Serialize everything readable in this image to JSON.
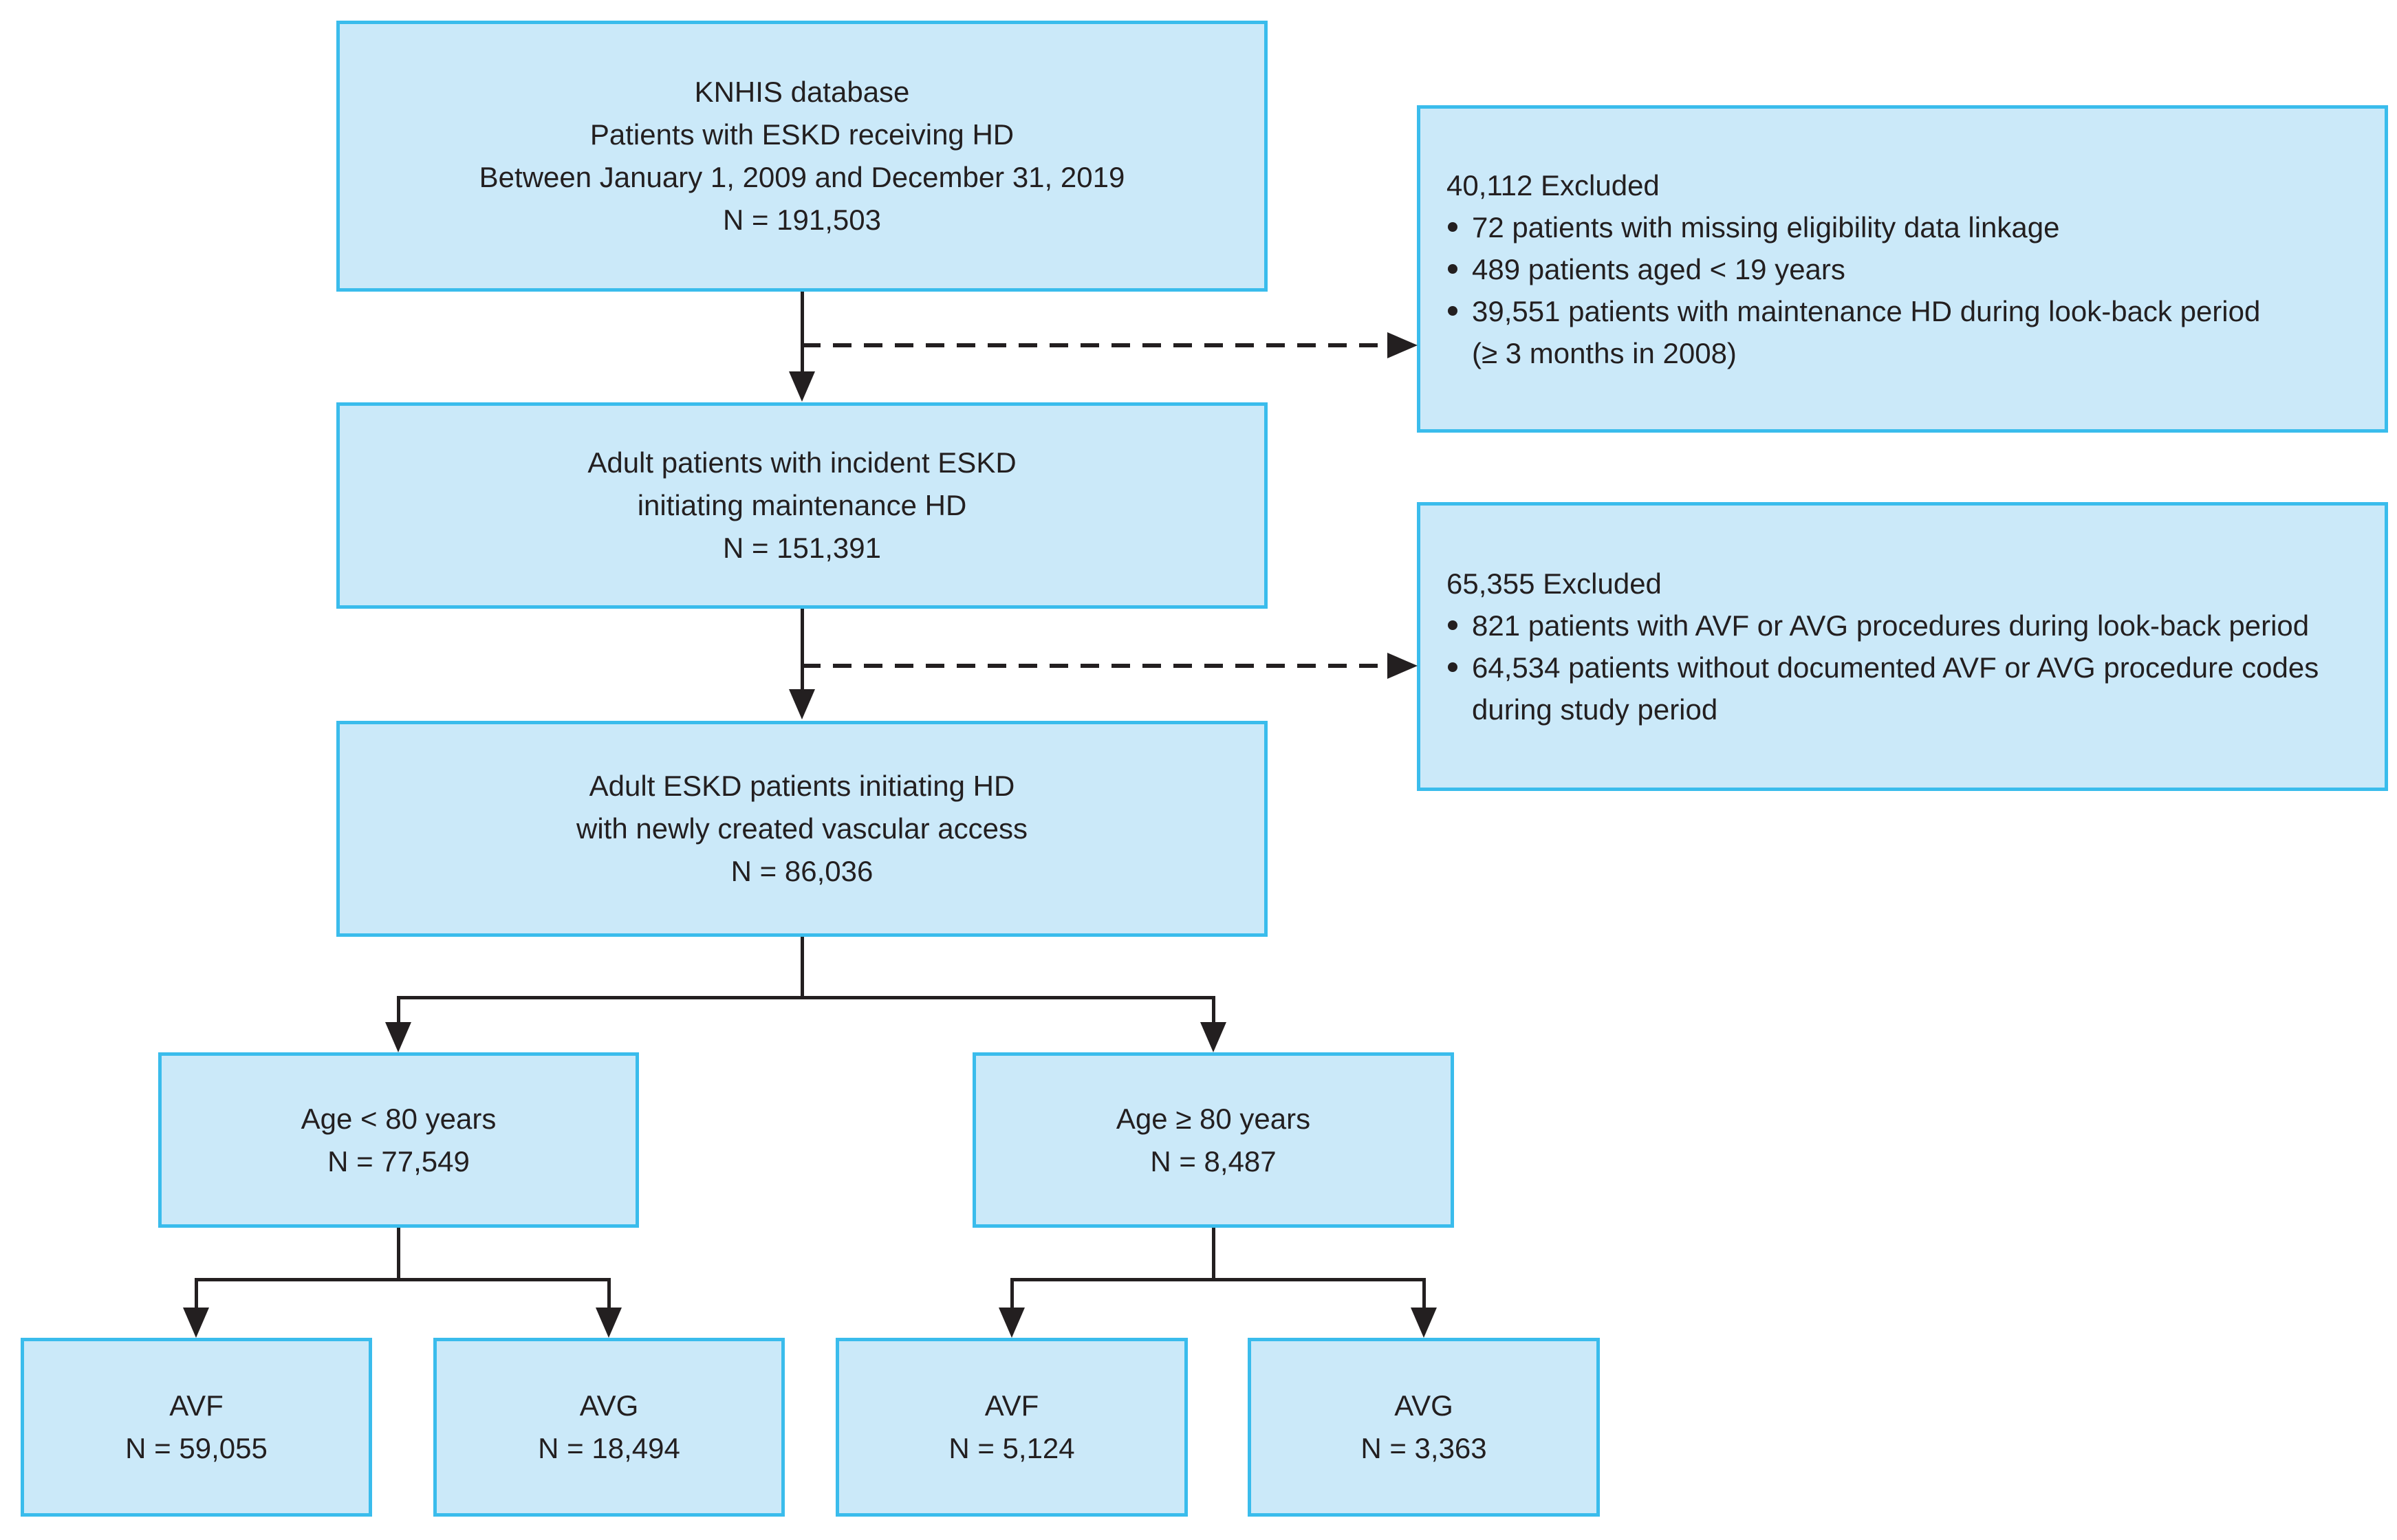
{
  "figure_type": "patient-flow-diagram",
  "colors": {
    "box_fill": "#CBE9F9",
    "box_border": "#3ABCEC",
    "line_and_text": "#231F20",
    "background": "#FFFFFF"
  },
  "boxes": {
    "source": {
      "lines": [
        "KNHIS database",
        "Patients with ESKD receiving HD",
        "Between January 1, 2009 and December 31, 2019",
        "N = 191,503"
      ]
    },
    "excluded1": {
      "title": "40,112 Excluded",
      "bullets": [
        [
          "72 patients with missing eligibility data linkage"
        ],
        [
          "489 patients aged < 19 years"
        ],
        [
          "39,551 patients with maintenance HD during look-back period",
          "(≥ 3 months in 2008)"
        ]
      ]
    },
    "incident": {
      "lines": [
        "Adult patients with incident ESKD",
        "initiating maintenance HD",
        "N = 151,391"
      ]
    },
    "excluded2": {
      "title": "65,355 Excluded",
      "bullets": [
        [
          "821 patients with AVF or AVG procedures during look-back period"
        ],
        [
          "64,534 patients without documented AVF or AVG procedure codes",
          "during study period"
        ]
      ]
    },
    "vascular_access": {
      "lines": [
        "Adult ESKD patients initiating HD",
        "with newly created vascular access",
        "N = 86,036"
      ]
    },
    "age_lt80": {
      "lines": [
        "Age < 80 years",
        "N = 77,549"
      ]
    },
    "age_ge80": {
      "lines": [
        "Age ≥ 80 years",
        "N = 8,487"
      ]
    },
    "avf_lt80": {
      "lines": [
        "AVF",
        "N = 59,055"
      ]
    },
    "avg_lt80": {
      "lines": [
        "AVG",
        "N = 18,494"
      ]
    },
    "avf_ge80": {
      "lines": [
        "AVF",
        "N = 5,124"
      ]
    },
    "avg_ge80": {
      "lines": [
        "AVG",
        "N = 3,363"
      ]
    }
  }
}
